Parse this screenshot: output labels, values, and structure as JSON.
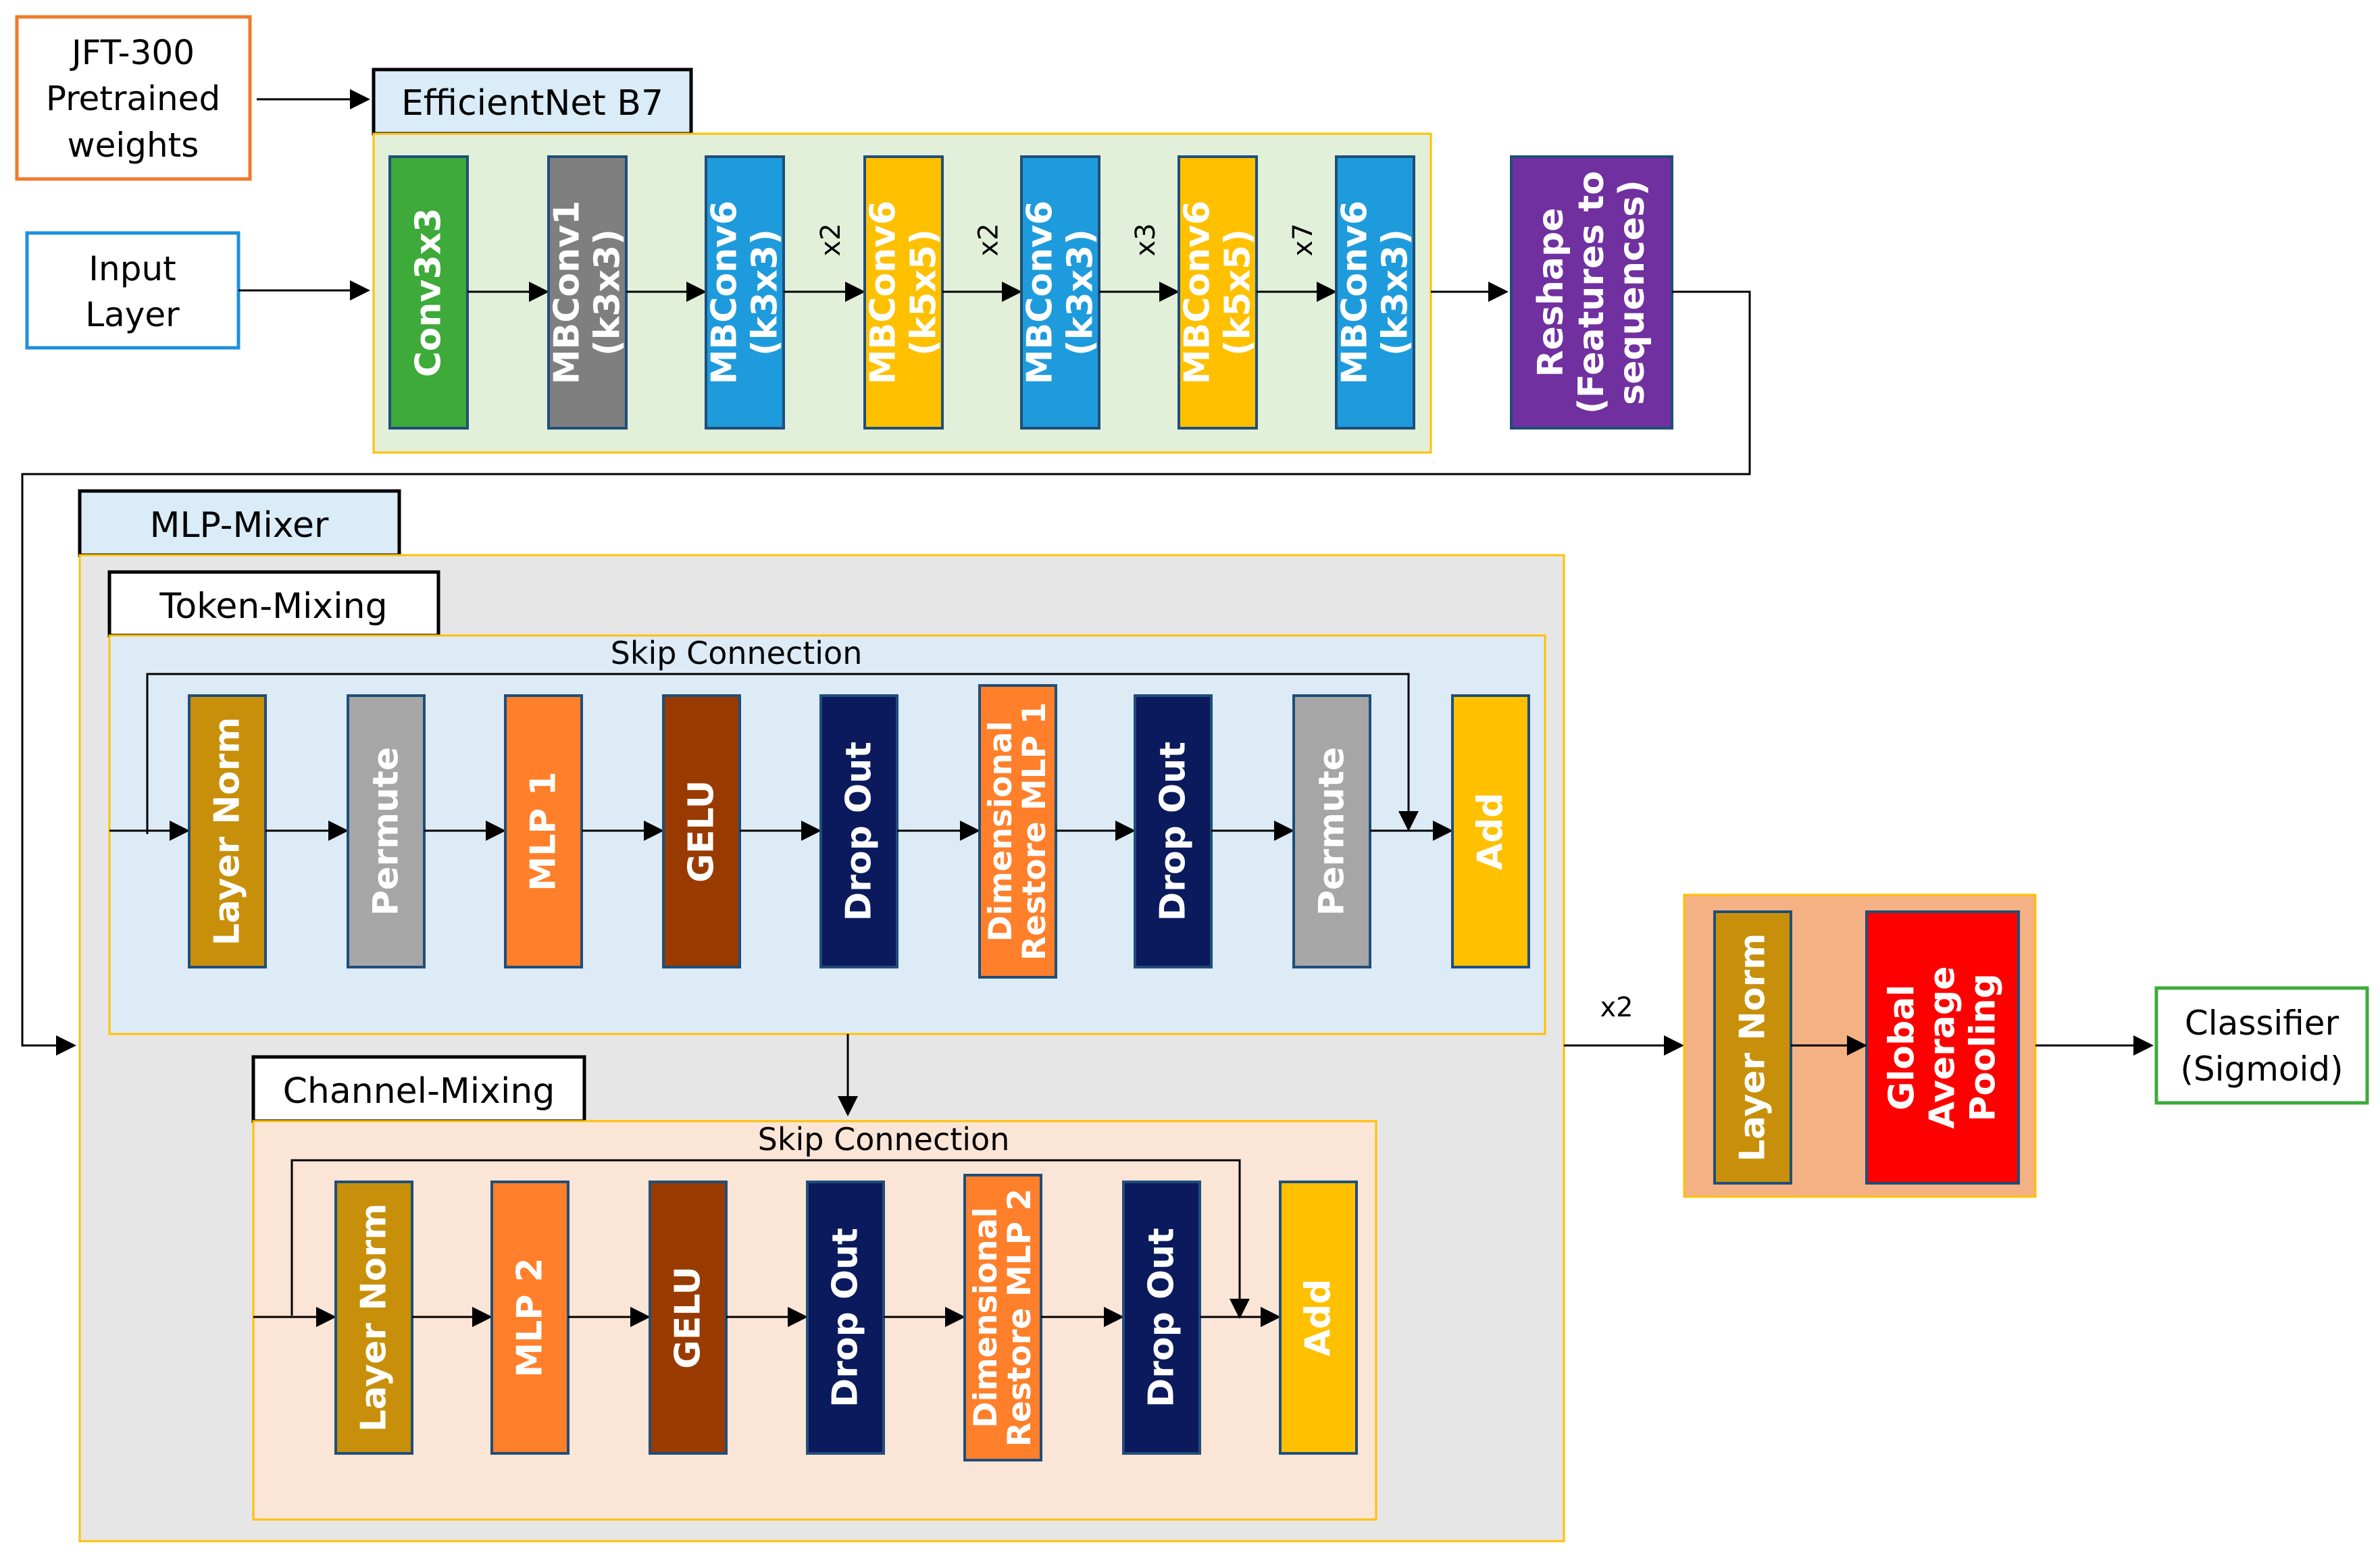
{
  "inputs": {
    "pretrained": [
      "JFT-300",
      "Pretrained",
      "weights"
    ],
    "input_layer": [
      "Input",
      "Layer"
    ]
  },
  "efficientnet": {
    "title": "EfficientNet B7",
    "blocks": [
      {
        "lines": [
          "Conv3x3"
        ],
        "color": "#3daa3a"
      },
      {
        "lines": [
          "MBConv1",
          "(k3x3)"
        ],
        "color": "#7f7f7f"
      },
      {
        "lines": [
          "MBConv6",
          "(k3x3)"
        ],
        "color": "#1e9bdc"
      },
      {
        "lines": [
          "MBConv6",
          "(k5x5)"
        ],
        "color": "#ffc000"
      },
      {
        "lines": [
          "MBConv6",
          "(k3x3)"
        ],
        "color": "#1e9bdc"
      },
      {
        "lines": [
          "MBConv6",
          "(k5x5)"
        ],
        "color": "#ffc000"
      },
      {
        "lines": [
          "MBConv6",
          "(k3x3)"
        ],
        "color": "#1e9bdc"
      }
    ],
    "repeats": [
      "x2",
      "x2",
      "x3",
      "x7"
    ]
  },
  "reshape": {
    "lines": [
      "Reshape",
      "(Features to",
      "sequences)"
    ],
    "color": "#7030a0"
  },
  "mlp_mixer": {
    "title": "MLP-Mixer",
    "token_mixing": {
      "title": "Token-Mixing",
      "skip_label": "Skip Connection",
      "blocks": [
        {
          "lines": [
            "Layer Norm"
          ],
          "color": "#c8900a"
        },
        {
          "lines": [
            "Permute"
          ],
          "color": "#a6a6a6"
        },
        {
          "lines": [
            "MLP 1"
          ],
          "color": "#ff7f2a"
        },
        {
          "lines": [
            "GELU"
          ],
          "color": "#993b00"
        },
        {
          "lines": [
            "Drop Out"
          ],
          "color": "#0a1a5c"
        },
        {
          "lines": [
            "Dimensional",
            "Restore MLP 1"
          ],
          "color": "#ff7f2a"
        },
        {
          "lines": [
            "Drop Out"
          ],
          "color": "#0a1a5c"
        },
        {
          "lines": [
            "Permute"
          ],
          "color": "#a6a6a6"
        },
        {
          "lines": [
            "Add"
          ],
          "color": "#ffc000"
        }
      ]
    },
    "channel_mixing": {
      "title": "Channel-Mixing",
      "skip_label": "Skip Connection",
      "blocks": [
        {
          "lines": [
            "Layer Norm"
          ],
          "color": "#c8900a"
        },
        {
          "lines": [
            "MLP 2"
          ],
          "color": "#ff7f2a"
        },
        {
          "lines": [
            "GELU"
          ],
          "color": "#993b00"
        },
        {
          "lines": [
            "Drop Out"
          ],
          "color": "#0a1a5c"
        },
        {
          "lines": [
            "Dimensional",
            "Restore MLP 2"
          ],
          "color": "#ff7f2a"
        },
        {
          "lines": [
            "Drop Out"
          ],
          "color": "#0a1a5c"
        },
        {
          "lines": [
            "Add"
          ],
          "color": "#ffc000"
        }
      ]
    },
    "repeat": "x2"
  },
  "head": {
    "blocks": [
      {
        "lines": [
          "Layer Norm"
        ],
        "color": "#c8900a"
      },
      {
        "lines": [
          "Global",
          "Average",
          "Pooling"
        ],
        "color": "#ff0000"
      }
    ]
  },
  "classifier": [
    "Classifier",
    "(Sigmoid)"
  ]
}
